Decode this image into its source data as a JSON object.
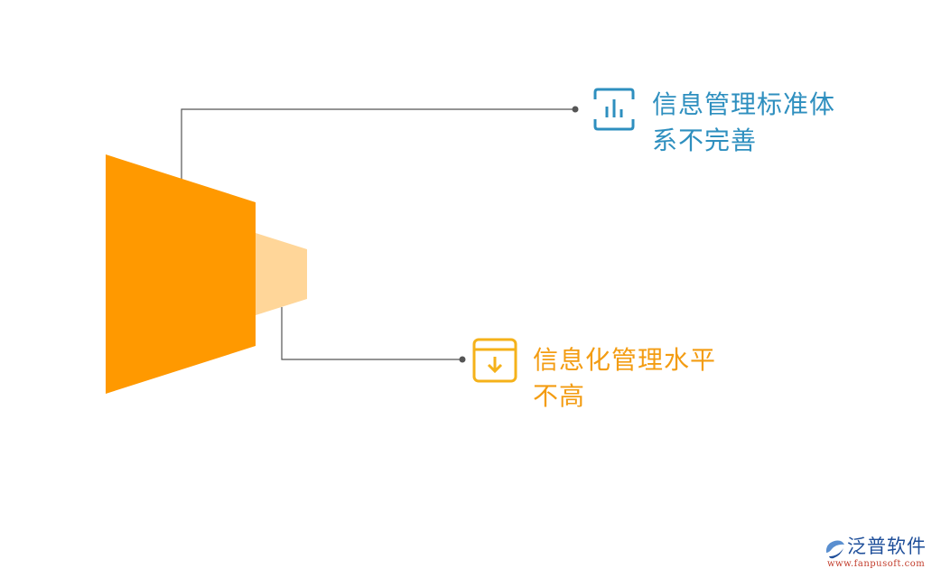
{
  "items": [
    {
      "text_line1": "信息管理标准体",
      "text_line2": "系不完善",
      "color": "#2e8fbf",
      "icon": "bar-chart-icon"
    },
    {
      "text_line1": "信息化管理水平",
      "text_line2": "不高",
      "color": "#f39c12",
      "icon": "download-box-icon"
    }
  ],
  "shapes": {
    "large_trapezoid_color": "#ff9900",
    "small_trapezoid_color": "#ffd699",
    "connector_color": "#555555"
  },
  "watermark": {
    "text": "泛普软件",
    "url": "www.fanpusoft.com"
  }
}
